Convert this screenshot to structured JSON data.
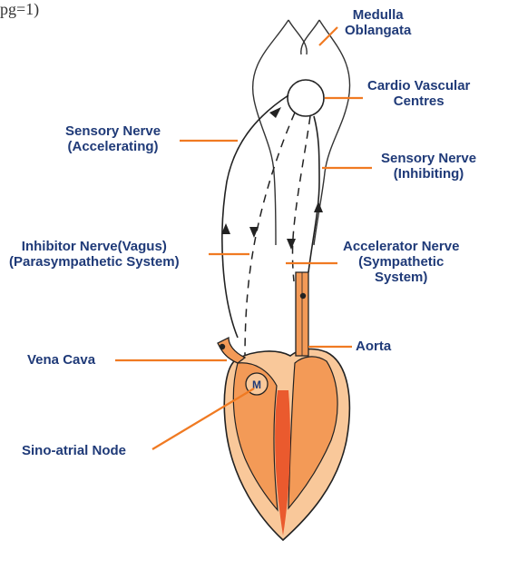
{
  "header_fragment": "pg=1)",
  "labels": {
    "medulla": [
      "Medulla",
      "Oblangata"
    ],
    "cardio": [
      "Cardio Vascular",
      "Centres"
    ],
    "sensory_acc": [
      "Sensory Nerve",
      "(Accelerating)"
    ],
    "sensory_inh": [
      "Sensory Nerve",
      "(Inhibiting)"
    ],
    "inhibitor": [
      "Inhibitor Nerve(Vagus)",
      "(Parasympathetic System)"
    ],
    "accelerator": [
      "Accelerator Nerve",
      "(Sympathetic",
      "System)"
    ],
    "vena_cava": "Vena Cava",
    "aorta": "Aorta",
    "sa_node": "Sino-atrial Node",
    "node_letter": "M"
  },
  "colors": {
    "label_text": "#1f3a78",
    "leader_line": "#f07a22",
    "heart_outer": "#f9c89a",
    "heart_inner": "#f39a57",
    "heart_core": "#ea5a2e",
    "outline": "#222222"
  }
}
